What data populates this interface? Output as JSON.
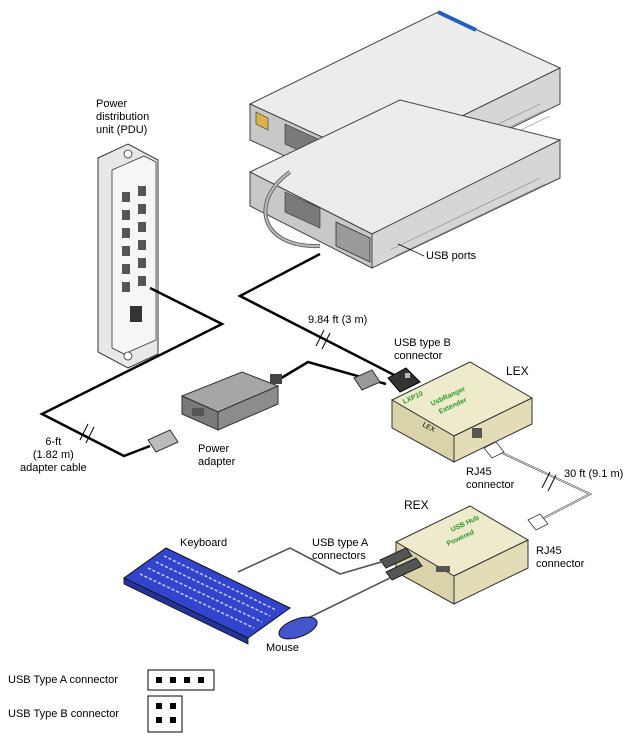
{
  "labels": {
    "pdu": [
      "Power",
      "distribution",
      "unit (PDU)"
    ],
    "usb_ports": "USB ports",
    "cable_984": "9.84 ft (3 m)",
    "usb_type_b": [
      "USB type B",
      "connector"
    ],
    "lex": "LEX",
    "adapter_cable": [
      "6-ft",
      "(1.82 m)",
      "adapter cable"
    ],
    "power_adapter": [
      "Power",
      "adapter"
    ],
    "rj45_lex": [
      "RJ45",
      "connector"
    ],
    "cable_30": "30 ft (9.1 m)",
    "rex": "REX",
    "keyboard": "Keyboard",
    "usb_type_a": [
      "USB type A",
      "connectors"
    ],
    "rj45_rex": [
      "RJ45",
      "connector"
    ],
    "mouse": "Mouse"
  },
  "legend": {
    "type_a": "USB Type A connector",
    "type_b": "USB Type B connector"
  },
  "colors": {
    "server_body": "#e4e4e4",
    "server_dark": "#9a9a9a",
    "server_edge": "#1f5fbf",
    "box_beige": "#eeeacc",
    "box_beige_side": "#d8d3a8",
    "box_green_text": "#2e9a2e",
    "keyboard_blue": "#3344cc",
    "mouse_blue": "#4455cc",
    "adapter_gray": "#8c8c8c",
    "cable": "#000000"
  }
}
